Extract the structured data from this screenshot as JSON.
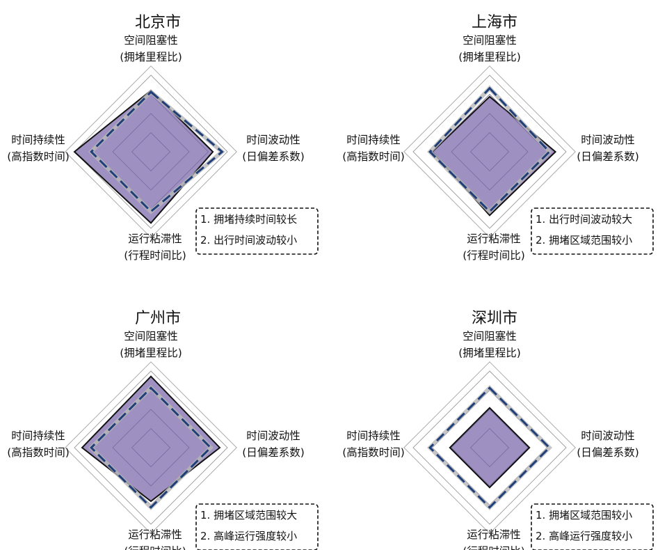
{
  "chart_data": [
    {
      "type": "radar",
      "title": "北京市",
      "axes": [
        {
          "key": "top",
          "label": [
            "空间阻塞性",
            "(拥堵里程比)"
          ]
        },
        {
          "key": "right",
          "label": [
            "时间波动性",
            "(日偏差系数)"
          ]
        },
        {
          "key": "bottom",
          "label": [
            "运行粘滞性",
            "(行程时间比)"
          ]
        },
        {
          "key": "left",
          "label": [
            "时间持续性",
            "(高指数时间)"
          ]
        }
      ],
      "rlim": [
        0,
        1
      ],
      "grid": "on",
      "series": [
        {
          "style": "solid-filled",
          "values": [
            0.8,
            0.81,
            0.93,
            1.0
          ]
        },
        {
          "style": "dashed",
          "values": [
            0.78,
            0.93,
            0.78,
            0.78
          ]
        }
      ],
      "annotations": [
        "1. 拥堵持续时间较长",
        "2. 出行时间波动较小"
      ]
    },
    {
      "type": "radar",
      "title": "上海市",
      "axes": [
        {
          "key": "top",
          "label": [
            "空间阻塞性",
            "(拥堵里程比)"
          ]
        },
        {
          "key": "right",
          "label": [
            "时间波动性",
            "(日偏差系数)"
          ]
        },
        {
          "key": "bottom",
          "label": [
            "运行粘滞性",
            "(行程时间比)"
          ]
        },
        {
          "key": "left",
          "label": [
            "时间持续性",
            "(高指数时间)"
          ]
        }
      ],
      "rlim": [
        0,
        1
      ],
      "grid": "on",
      "series": [
        {
          "style": "solid-filled",
          "values": [
            0.72,
            0.86,
            0.83,
            0.75
          ]
        },
        {
          "style": "dashed",
          "values": [
            0.83,
            0.78,
            0.78,
            0.78
          ]
        }
      ],
      "annotations": [
        "1. 出行时间波动较大",
        "2. 拥堵区域范围较小"
      ]
    },
    {
      "type": "radar",
      "title": "广州市",
      "axes": [
        {
          "key": "top",
          "label": [
            "空间阻塞性",
            "(拥堵里程比)"
          ]
        },
        {
          "key": "right",
          "label": [
            "时间波动性",
            "(日偏差系数)"
          ]
        },
        {
          "key": "bottom",
          "label": [
            "运行粘滞性",
            "(行程时间比)"
          ]
        },
        {
          "key": "left",
          "label": [
            "时间持续性",
            "(高指数时间)"
          ]
        }
      ],
      "rlim": [
        0,
        1
      ],
      "grid": "on",
      "series": [
        {
          "style": "solid-filled",
          "values": [
            0.93,
            0.9,
            0.7,
            0.9
          ]
        },
        {
          "style": "dashed",
          "values": [
            0.78,
            0.78,
            0.78,
            0.78
          ]
        }
      ],
      "annotations": [
        "1. 拥堵区域范围较大",
        "2. 高峰运行强度较小"
      ]
    },
    {
      "type": "radar",
      "title": "深圳市",
      "axes": [
        {
          "key": "top",
          "label": [
            "空间阻塞性",
            "(拥堵里程比)"
          ]
        },
        {
          "key": "right",
          "label": [
            "时间波动性",
            "(日偏差系数)"
          ]
        },
        {
          "key": "bottom",
          "label": [
            "运行粘滞性",
            "(行程时间比)"
          ]
        },
        {
          "key": "left",
          "label": [
            "时间持续性",
            "(高指数时间)"
          ]
        }
      ],
      "rlim": [
        0,
        1
      ],
      "grid": "on",
      "series": [
        {
          "style": "solid-filled",
          "values": [
            0.52,
            0.52,
            0.52,
            0.52
          ]
        },
        {
          "style": "dashed",
          "values": [
            0.78,
            0.78,
            0.78,
            0.78
          ]
        }
      ],
      "annotations": [
        "1. 拥堵区域范围较小",
        "2. 高峰运行强度较小"
      ]
    }
  ],
  "colors": {
    "fill": "#8a78b4",
    "outline": "#111111",
    "dashed": "#1f3f7a",
    "dashed_halo": "#b8b8b8",
    "grid": "#9a9a9a",
    "note_border": "#111111"
  }
}
